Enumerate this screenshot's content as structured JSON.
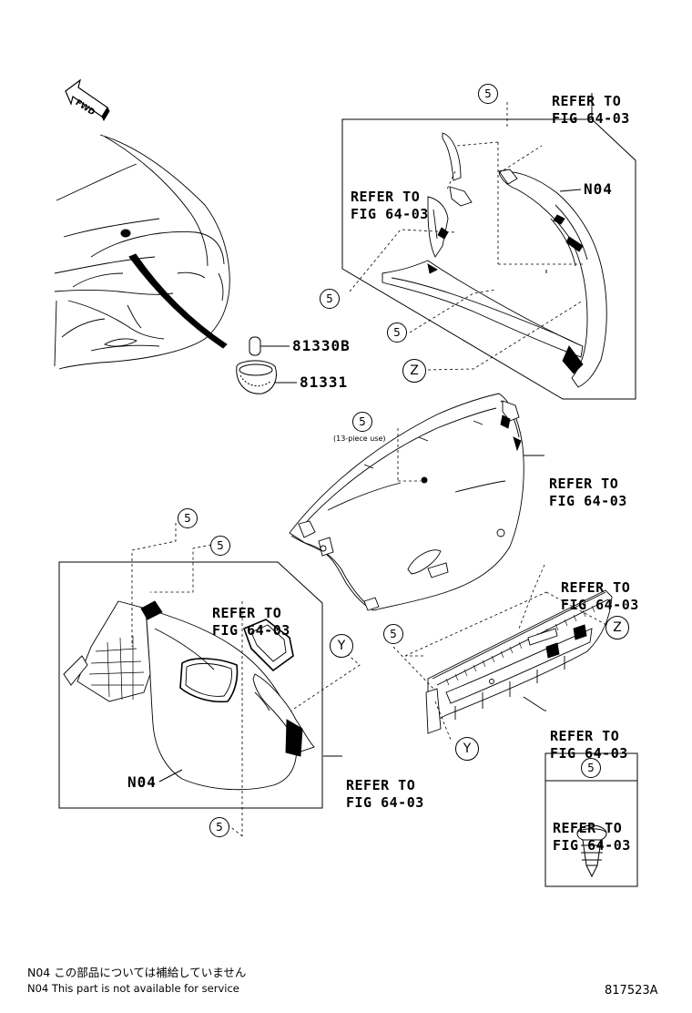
{
  "refer_to_label": "REFER TO",
  "fig_label": "FIG 64-03",
  "callout_5": "5",
  "callout_z": "Z",
  "callout_y": "Y",
  "fwd_label": "FWD",
  "parts": {
    "p81330b": "81330B",
    "p81331": "81331",
    "n04": "N04"
  },
  "qty_note": "(13-piece use)",
  "legend": {
    "title": "5"
  },
  "notes": {
    "jp": "N04 この部品については補給していません",
    "en": "N04 This part is not available for service"
  },
  "figure_id": "817523A"
}
